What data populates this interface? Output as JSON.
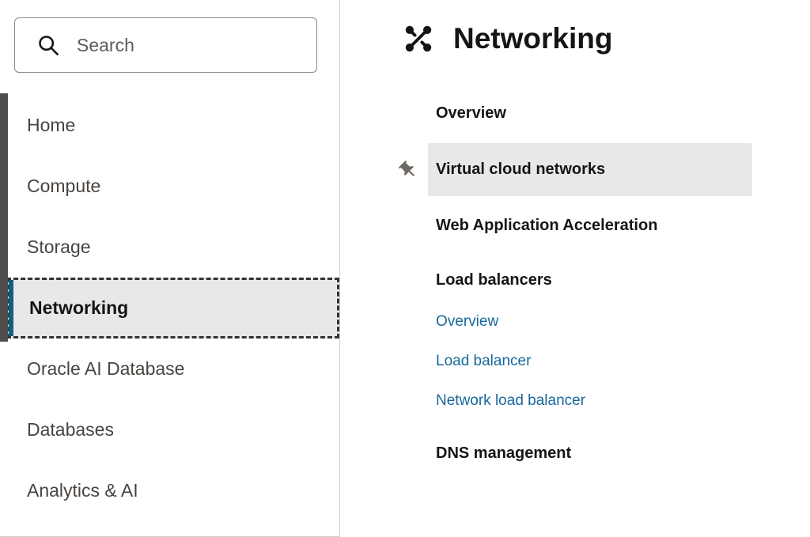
{
  "sidebar": {
    "search": {
      "placeholder": "Search"
    },
    "items": [
      {
        "label": "Home"
      },
      {
        "label": "Compute"
      },
      {
        "label": "Storage"
      },
      {
        "label": "Networking",
        "selected": true
      },
      {
        "label": "Oracle AI Database"
      },
      {
        "label": "Databases"
      },
      {
        "label": "Analytics & AI"
      }
    ]
  },
  "main": {
    "title": "Networking",
    "items": [
      {
        "label": "Overview",
        "type": "header-link"
      },
      {
        "label": "Virtual cloud networks",
        "type": "header-link",
        "pinned": true,
        "highlighted": true
      },
      {
        "label": "Web Application Acceleration",
        "type": "header-link"
      },
      {
        "label": "Load balancers",
        "type": "section-header"
      },
      {
        "label": "Overview",
        "type": "link"
      },
      {
        "label": "Load balancer",
        "type": "link"
      },
      {
        "label": "Network load balancer",
        "type": "link"
      },
      {
        "label": "DNS management",
        "type": "section-header"
      }
    ]
  },
  "colors": {
    "accent_bar": "#13607C",
    "link": "#17699B",
    "selected_bg": "#E9E8E8",
    "dashed_focus_border": "#333333",
    "text": "#161513",
    "sidebar_text": "#494440"
  }
}
